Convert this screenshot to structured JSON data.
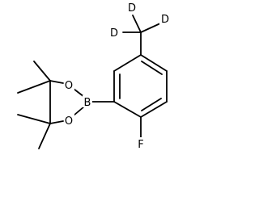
{
  "diagram": {
    "type": "chemical-structure",
    "atom_labels": {
      "deuterium_1": "D",
      "deuterium_2": "D",
      "deuterium_3": "D",
      "boron": "B",
      "oxygen_upper": "O",
      "oxygen_lower": "O",
      "fluorine": "F"
    },
    "colors": {
      "bonds": "#000000",
      "labels": "#000000",
      "background": "#ffffff"
    }
  }
}
